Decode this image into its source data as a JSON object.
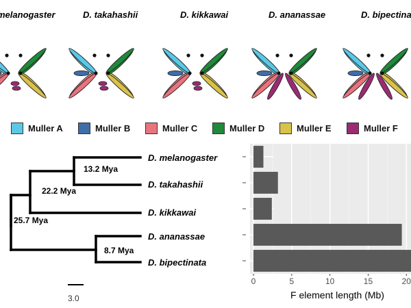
{
  "species": [
    {
      "name": "D. melanogaster",
      "display": "melanogaster"
    },
    {
      "name": "D. takahashii",
      "display": "D. takahashii"
    },
    {
      "name": "D. kikkawai",
      "display": "D. kikkawai"
    },
    {
      "name": "D. ananassae",
      "display": "D. ananassae"
    },
    {
      "name": "D. bipectinata",
      "display": "D. bipectinata"
    }
  ],
  "legend": [
    {
      "label": "Muller A",
      "color": "#5bc8e6"
    },
    {
      "label": "Muller B",
      "color": "#3f6ea9"
    },
    {
      "label": "Muller C",
      "color": "#e8747d"
    },
    {
      "label": "Muller D",
      "color": "#1f8a3a"
    },
    {
      "label": "Muller E",
      "color": "#d9c24a"
    },
    {
      "label": "Muller F",
      "color": "#9c2b72"
    }
  ],
  "tree": {
    "node_labels": [
      "13.2 Mya",
      "22.2 Mya",
      "25.7 Mya",
      "8.7 Mya"
    ],
    "scale_label": "3.0"
  },
  "chart_data": {
    "type": "bar",
    "orientation": "horizontal",
    "categories": [
      "D. melanogaster",
      "D. takahashii",
      "D. kikkawai",
      "D. ananassae",
      "D. bipectinata"
    ],
    "values": [
      1.3,
      3.2,
      2.4,
      19.4,
      20.6
    ],
    "xlabel": "F element length (Mb)",
    "xlim": [
      0,
      20.6
    ],
    "xticks": [
      0,
      5,
      10,
      15,
      20
    ],
    "grid": true,
    "bar_color": "#595959",
    "panel_color": "#ebebeb"
  }
}
